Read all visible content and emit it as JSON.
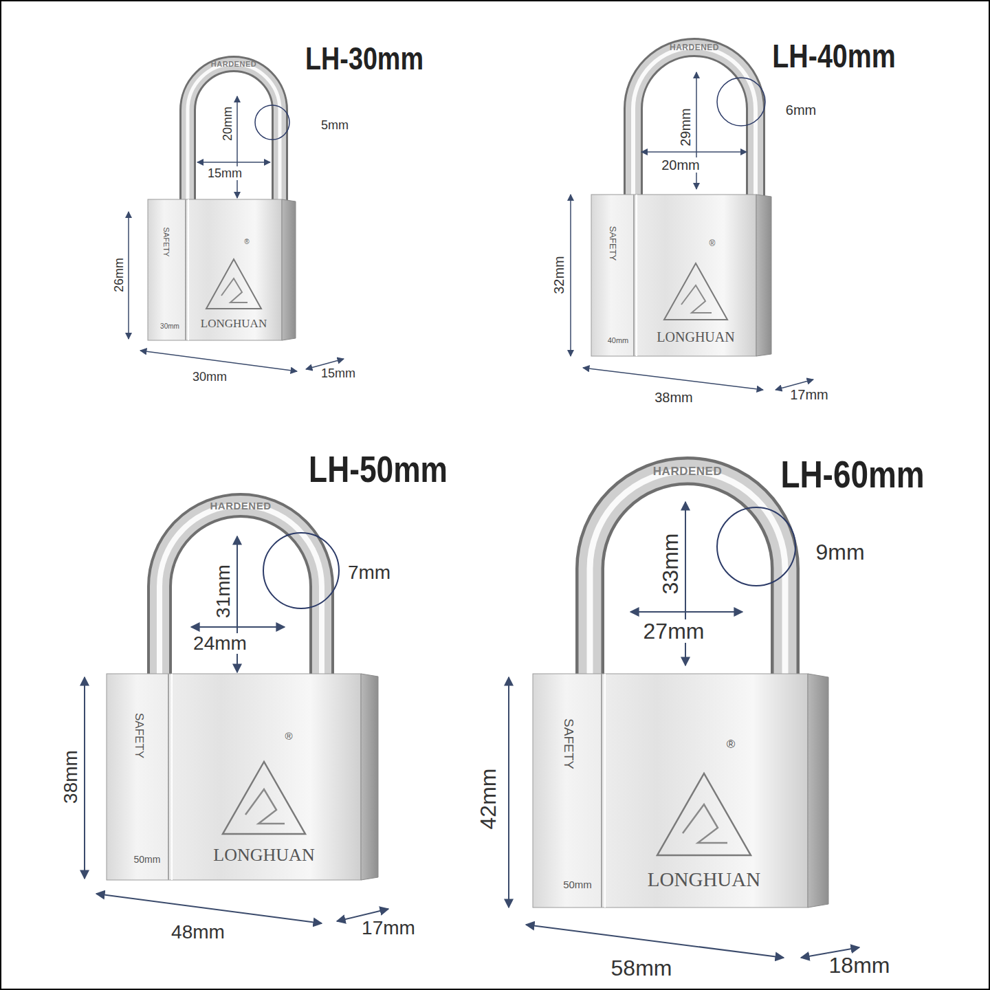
{
  "diagram": {
    "nodes": [
      {
        "text": [
          "SAFETY",
          "®",
          "LONGHUAN",
          "30mm"
        ]
      },
      {
        "text": [
          "SAFETY",
          "®",
          "LONGHUAN",
          "40mm"
        ]
      },
      {
        "text": [
          "SAFETY",
          "®",
          "LONGHUAN",
          "50mm"
        ]
      },
      {
        "text": [
          "SAFETY",
          "®",
          "LONGHUAN",
          "50mm"
        ]
      }
    ],
    "labels": [
      "LH-30mm",
      "HARDENED",
      "5mm",
      "20mm",
      "15mm",
      "26mm",
      "30mm",
      "15mm",
      "LH-40mm",
      "HARDENED",
      "6mm",
      "29mm",
      "20mm",
      "32mm",
      "38mm",
      "17mm",
      "LH-50mm",
      "HARDENED",
      "7mm",
      "31mm",
      "24mm",
      "38mm",
      "48mm",
      "17mm",
      "LH-60mm",
      "HARDENED",
      "9mm",
      "33mm",
      "27mm",
      "42mm",
      "58mm",
      "18mm"
    ]
  }
}
